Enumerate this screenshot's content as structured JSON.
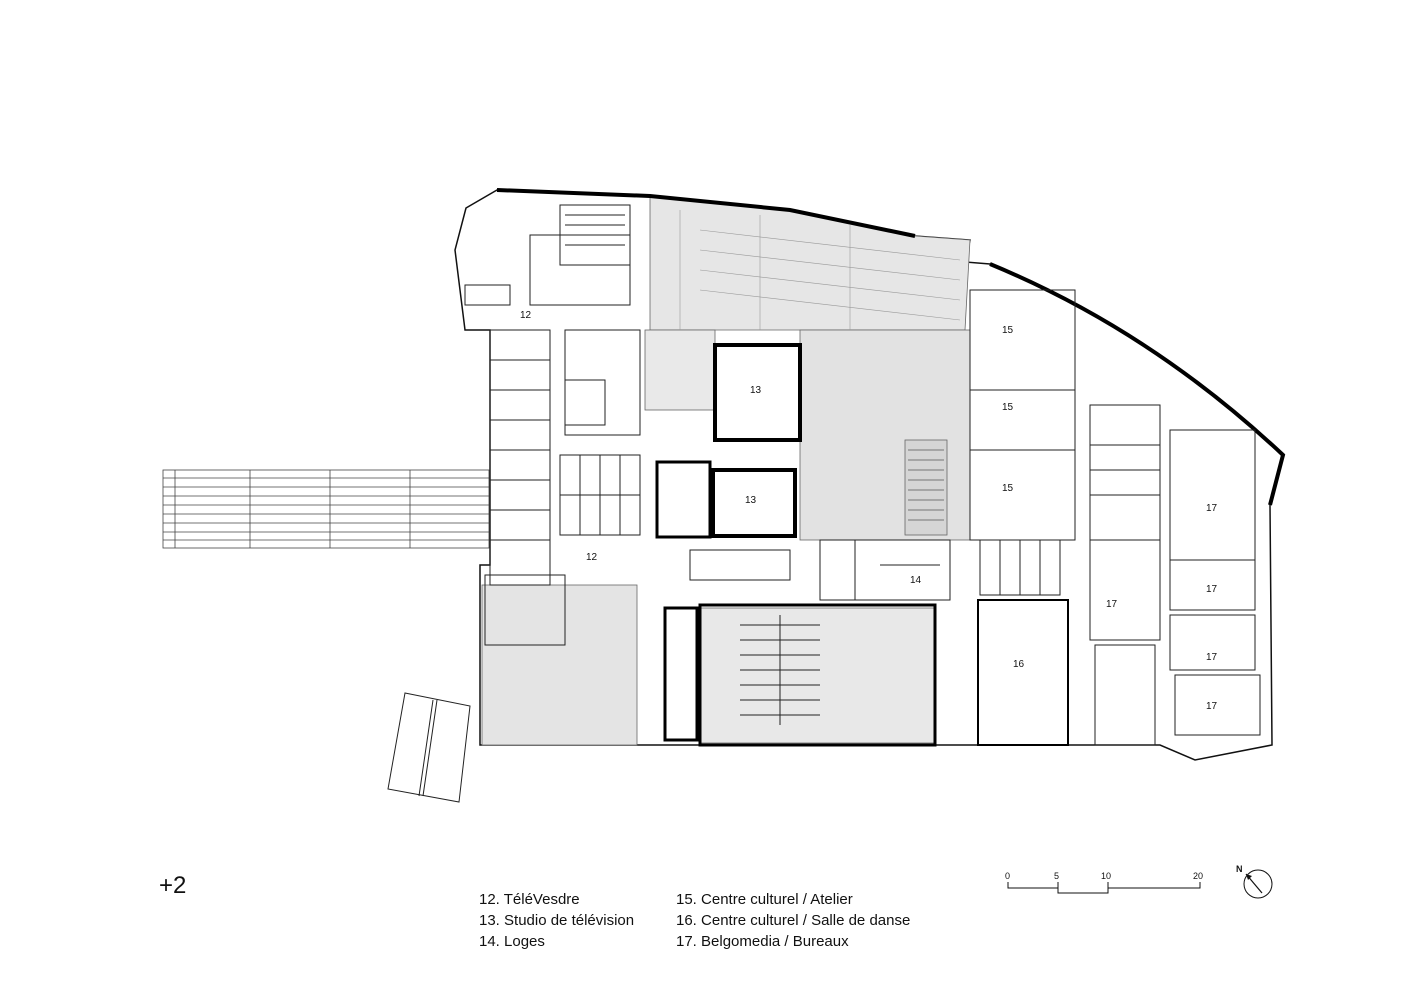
{
  "level": "+2",
  "legend": {
    "left": [
      "12. TéléVesdre",
      "13. Studio de télévision",
      "14. Loges"
    ],
    "right": [
      "15. Centre culturel / Atelier",
      "16. Centre culturel / Salle de danse",
      "17. Belgomedia / Bureaux"
    ]
  },
  "scale_bar": {
    "ticks": [
      "0",
      "5",
      "10",
      "20"
    ]
  },
  "north": "N",
  "room_labels": {
    "r12a": "12",
    "r12b": "12",
    "r13a": "13",
    "r13b": "13",
    "r14": "14",
    "r15a": "15",
    "r15b": "15",
    "r15c": "15",
    "r16": "16",
    "r17a": "17",
    "r17b": "17",
    "r17c": "17",
    "r17d": "17",
    "r17e": "17"
  }
}
